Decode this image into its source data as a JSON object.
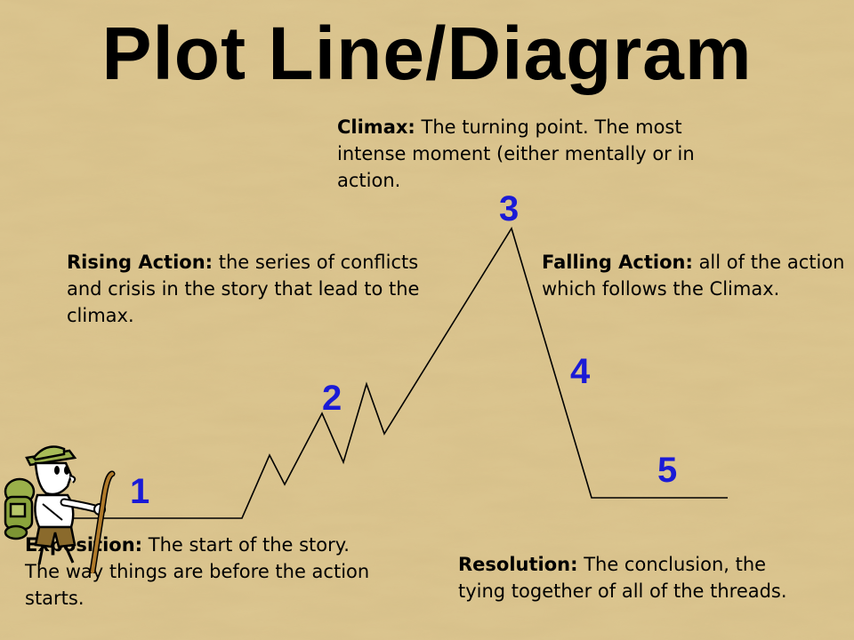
{
  "title": "Plot Line/Diagram",
  "stages": [
    {
      "number": "1",
      "term": "Exposition:",
      "text": " The start of the story.  The way things are before the action starts."
    },
    {
      "number": "2",
      "term": "Rising Action:",
      "text": " the series of conflicts and crisis in the story that lead to the climax."
    },
    {
      "number": "3",
      "term": "Climax:",
      "text": " The turning point.  The most intense moment (either mentally or in action."
    },
    {
      "number": "4",
      "term": "Falling Action:",
      "text": " all of the action which follows the Climax."
    },
    {
      "number": "5",
      "term": "Resolution:",
      "text": " The conclusion, the tying together of all of the threads."
    }
  ],
  "colors": {
    "number": "#1a1ad6",
    "line": "#000000",
    "background": "#d9c38c"
  },
  "icons": {
    "hiker": "hiker-icon"
  }
}
